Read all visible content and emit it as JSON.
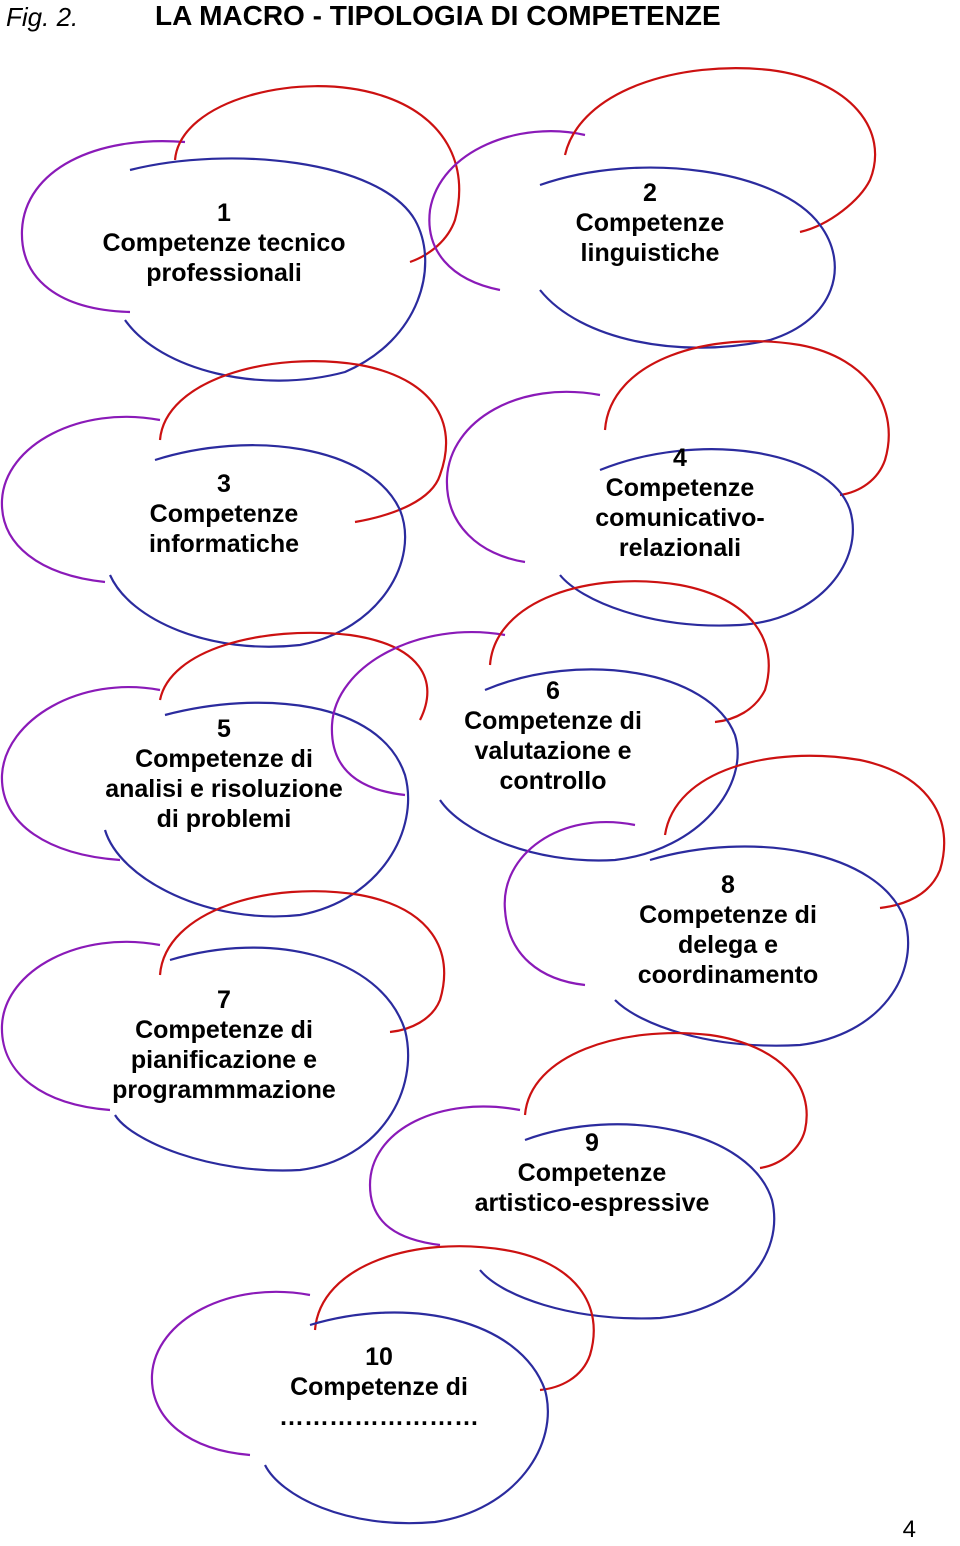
{
  "header": {
    "fig_label": "Fig. 2.",
    "title": "LA MACRO - TIPOLOGIA DI COMPETENZE"
  },
  "colors": {
    "red": "#cc1111",
    "blue": "#2b2b9e",
    "purple": "#8a1ab8"
  },
  "nodes": [
    {
      "number": "1",
      "lines": [
        "Competenze tecnico",
        "professionali"
      ]
    },
    {
      "number": "2",
      "lines": [
        "Competenze",
        "linguistiche"
      ]
    },
    {
      "number": "3",
      "lines": [
        "Competenze",
        "informatiche"
      ]
    },
    {
      "number": "4",
      "lines": [
        "Competenze",
        "comunicativo-",
        "relazionali"
      ]
    },
    {
      "number": "5",
      "lines": [
        "Competenze di",
        "analisi e risoluzione",
        "di problemi"
      ]
    },
    {
      "number": "6",
      "lines": [
        "Competenze di",
        "valutazione e",
        "controllo"
      ]
    },
    {
      "number": "7",
      "lines": [
        "Competenze di",
        "pianificazione e",
        "programmmazione"
      ]
    },
    {
      "number": "8",
      "lines": [
        "Competenze di",
        "delega e",
        "coordinamento"
      ]
    },
    {
      "number": "9",
      "lines": [
        "Competenze",
        "artistico-espressive"
      ]
    },
    {
      "number": "10",
      "lines": [
        "Competenze di",
        "……………………"
      ]
    }
  ],
  "page_number": "4"
}
